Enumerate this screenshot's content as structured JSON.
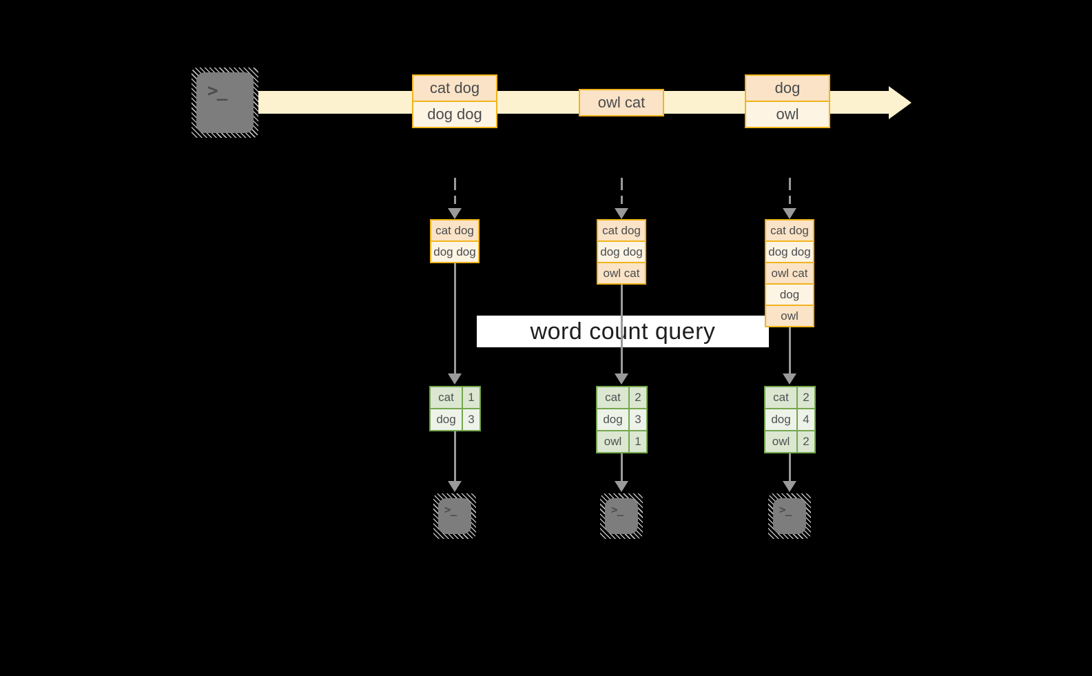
{
  "diagram": "streaming-word-count",
  "colors": {
    "background": "#000000",
    "stream_band": "#fdf2cf",
    "orange_border": "#f1b41c",
    "peach_fill": "#fae3c6",
    "cream_fill": "#fdf4e4",
    "green_border": "#74a74e",
    "green_row_dark": "#dbe7d1",
    "green_row_light": "#eef3e9",
    "arrow_gray": "#9a9a9a",
    "terminal_gray": "#7d7d7d",
    "query_box_bg": "#ffffff",
    "query_text": "#1e1e1e"
  },
  "stream": {
    "batches": [
      {
        "cells": [
          "cat dog",
          "dog dog"
        ]
      },
      {
        "cells": [
          "owl cat"
        ]
      },
      {
        "cells": [
          "dog",
          "owl"
        ]
      }
    ]
  },
  "query": {
    "label": "word count query"
  },
  "columns": [
    {
      "input": [
        "cat dog",
        "dog dog"
      ],
      "counts": [
        {
          "word": "cat",
          "count": "1"
        },
        {
          "word": "dog",
          "count": "3"
        }
      ]
    },
    {
      "input": [
        "cat dog",
        "dog dog",
        "owl cat"
      ],
      "counts": [
        {
          "word": "cat",
          "count": "2"
        },
        {
          "word": "dog",
          "count": "3"
        },
        {
          "word": "owl",
          "count": "1"
        }
      ]
    },
    {
      "input": [
        "cat dog",
        "dog dog",
        "owl cat",
        "dog",
        "owl"
      ],
      "counts": [
        {
          "word": "cat",
          "count": "2"
        },
        {
          "word": "dog",
          "count": "4"
        },
        {
          "word": "owl",
          "count": "2"
        }
      ]
    }
  ],
  "terminals": {
    "glyph": ">_"
  }
}
